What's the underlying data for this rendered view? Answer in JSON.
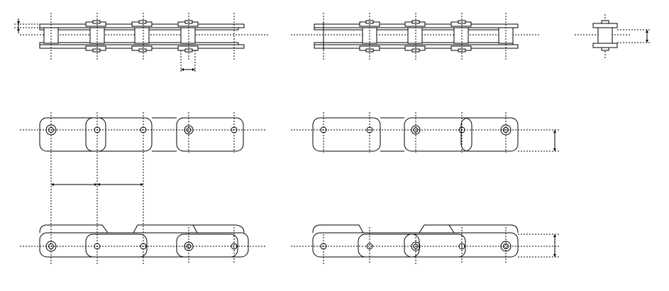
{
  "drawing": {
    "type": "technical-drawing",
    "subject": "roller chain",
    "views": [
      {
        "name": "top-view-with-pins",
        "pin_count": 4
      },
      {
        "name": "top-view-extended-plates",
        "pin_count": 4
      },
      {
        "name": "end-view"
      },
      {
        "name": "side-view-single-plates-a",
        "pin_count": 5
      },
      {
        "name": "side-view-single-plates-b",
        "pin_count": 5
      },
      {
        "name": "side-view-cranked-plates-a",
        "pin_count": 5
      },
      {
        "name": "side-view-cranked-plates-b",
        "pin_count": 5
      }
    ],
    "colors": {
      "line": "#000000",
      "background": "#ffffff"
    }
  }
}
